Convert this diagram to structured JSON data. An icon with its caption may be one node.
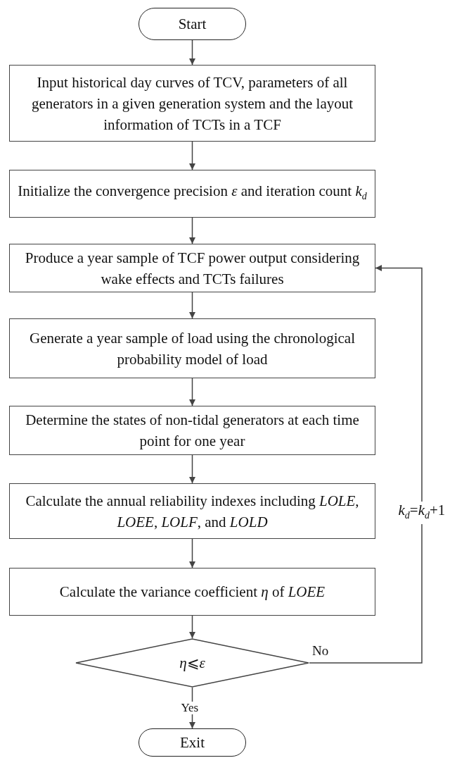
{
  "diagram": {
    "nodes": [
      {
        "text": [
          "Start"
        ]
      },
      {
        "text": [
          "Input historical day curves of TCV, parameters of all generators in a given generation system and the layout information of TCTs in a TCF"
        ]
      },
      {
        "text": [
          "Initialize the convergence precision *ε* and iteration count *k*$_{d}$"
        ]
      },
      {
        "text": [
          "Produce a year sample of TCF power output considering wake effects and TCTs failures"
        ]
      },
      {
        "text": [
          "Generate a year sample of load using the chronological probability model of load"
        ]
      },
      {
        "text": [
          "Determine the states of non-tidal generators at each time point for one year"
        ]
      },
      {
        "text": [
          "Calculate the annual reliability indexes including *LOLE*, *LOEE*, *LOLF*, and *LOLD*"
        ]
      },
      {
        "text": [
          "Calculate the variance coefficient *η* of *LOEE*"
        ]
      },
      {
        "text": [
          "*η*⩽*ε*"
        ]
      },
      {
        "text": [
          "Exit"
        ]
      }
    ],
    "edges": [
      {
        "from": 0,
        "to": 1,
        "arrow": "to"
      },
      {
        "from": 1,
        "to": 2,
        "arrow": "to"
      },
      {
        "from": 2,
        "to": 3,
        "arrow": "to"
      },
      {
        "from": 3,
        "to": 4,
        "arrow": "to"
      },
      {
        "from": 4,
        "to": 5,
        "arrow": "to"
      },
      {
        "from": 5,
        "to": 6,
        "arrow": "to"
      },
      {
        "from": 6,
        "to": 7,
        "arrow": "to"
      },
      {
        "from": 7,
        "to": 8,
        "arrow": "to"
      },
      {
        "from": 8,
        "to": 9,
        "arrow": "to",
        "label": "Yes"
      },
      {
        "from": 8,
        "to": 3,
        "arrow": "to",
        "label": "No"
      }
    ],
    "labels": [
      "*k*$_{d}$=*k*$_{d}$+1"
    ]
  }
}
